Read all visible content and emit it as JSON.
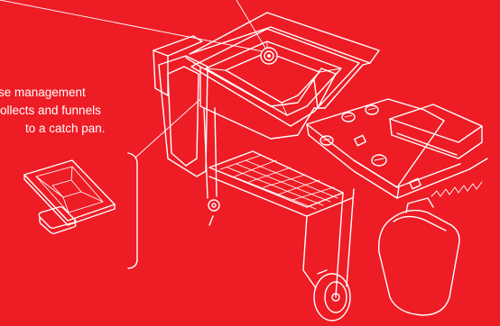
{
  "caption": {
    "line1": "se management",
    "line2": "ollects and funnels",
    "line3": "to a catch pan."
  },
  "colors": {
    "background": "#ee1c25",
    "line": "#ffffff"
  },
  "icons": [
    "grill-illustration",
    "drip-tray-icon",
    "catch-pan-icon",
    "callout-bracket"
  ]
}
